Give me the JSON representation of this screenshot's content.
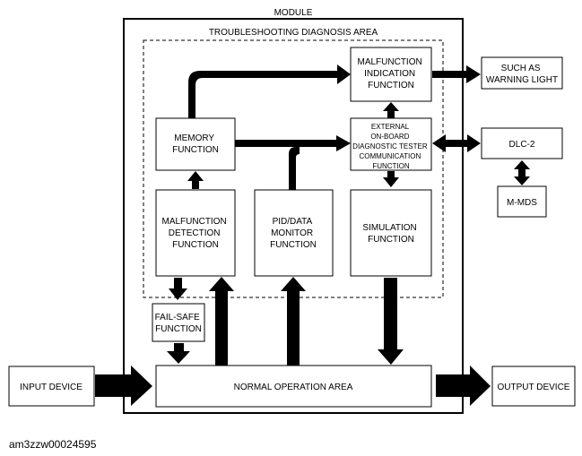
{
  "module": {
    "title": "MODULE"
  },
  "troubleshooting_area": {
    "title": "TROUBLESHOOTING DIAGNOSIS AREA"
  },
  "boxes": {
    "malfunction_indication": [
      "MALFUNCTION",
      "INDICATION",
      "FUNCTION"
    ],
    "memory": [
      "MEMORY",
      "FUNCTION"
    ],
    "external_tester": [
      "EXTERNAL",
      "ON-BOARD",
      "DIAGNOSTIC TESTER",
      "COMMUNICATION",
      "FUNCTION"
    ],
    "malfunction_detection": [
      "MALFUNCTION",
      "DETECTION",
      "FUNCTION"
    ],
    "pid_data_monitor": [
      "PID/DATA",
      "MONITOR",
      "FUNCTION"
    ],
    "simulation": [
      "SIMULATION",
      "FUNCTION"
    ],
    "fail_safe": [
      "FAIL-SAFE",
      "FUNCTION"
    ],
    "normal_operation": [
      "NORMAL OPERATION AREA"
    ],
    "warning_light": [
      "SUCH AS",
      "WARNING LIGHT"
    ],
    "dlc2": [
      "DLC-2"
    ],
    "m_mds": [
      "M-MDS"
    ],
    "input_device": [
      "INPUT DEVICE"
    ],
    "output_device": [
      "OUTPUT DEVICE"
    ]
  },
  "reference_code": "am3zzw00024595"
}
